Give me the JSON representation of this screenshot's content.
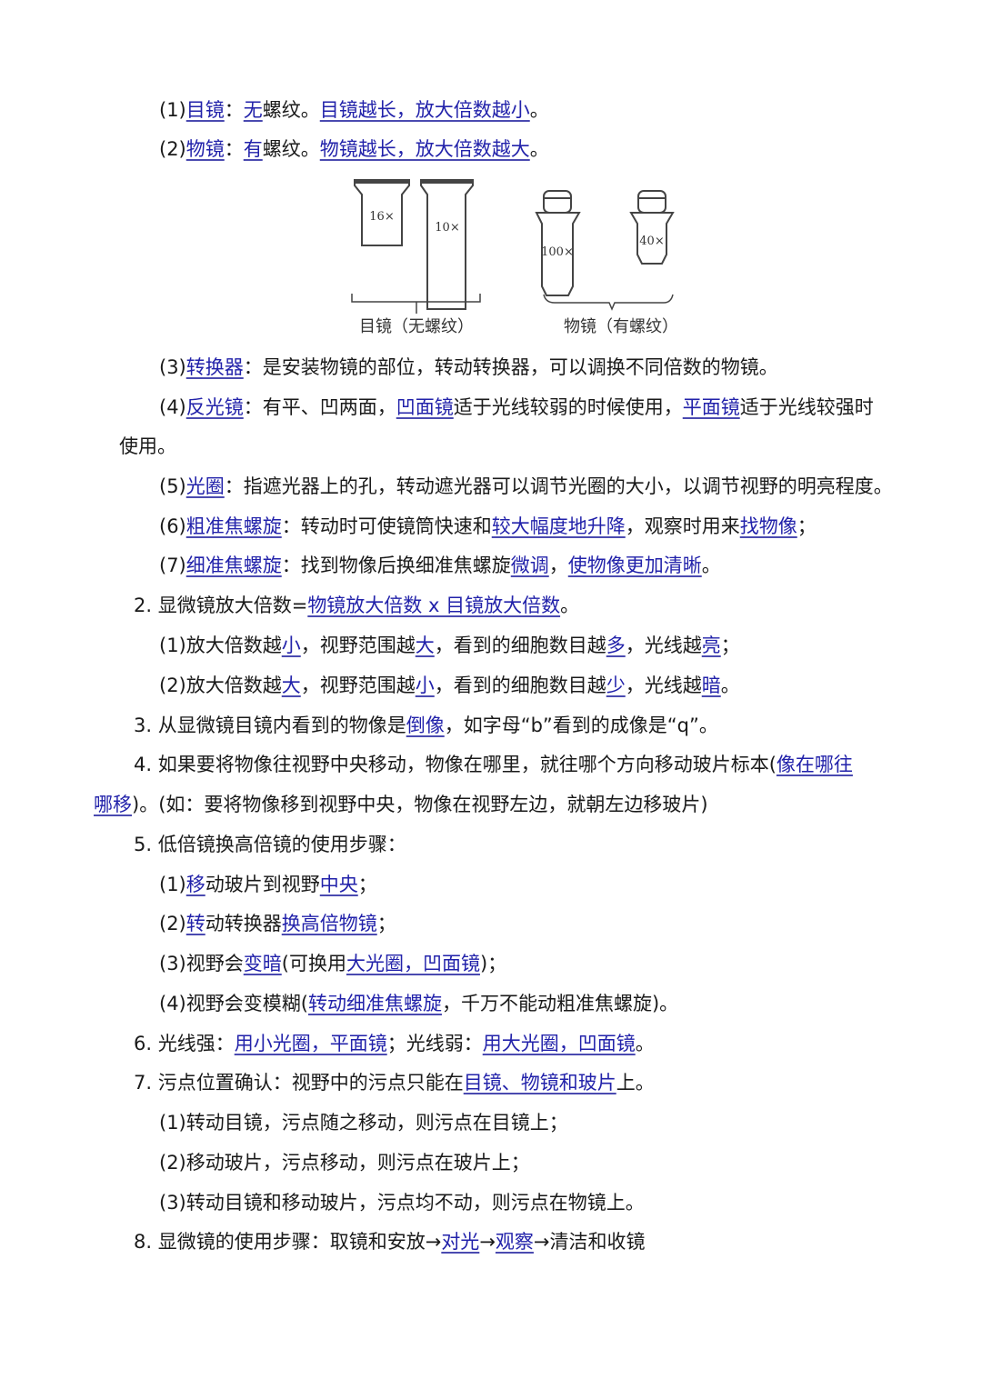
{
  "colors": {
    "text": "#1a1a1a",
    "highlight": "#2222aa"
  },
  "lines": [
    {
      "segs": [
        {
          "t": "(1)"
        },
        {
          "t": "目镜",
          "hl": true
        },
        {
          "t": "："
        },
        {
          "t": "无",
          "hl": true
        },
        {
          "t": "螺纹。"
        },
        {
          "t": "目镜越长，放大倍数越小",
          "hl": true
        },
        {
          "t": "。"
        }
      ]
    },
    {
      "segs": [
        {
          "t": "(2)"
        },
        {
          "t": "物镜",
          "hl": true
        },
        {
          "t": "："
        },
        {
          "t": "有",
          "hl": true
        },
        {
          "t": "螺纹。"
        },
        {
          "t": "物镜越长，放大倍数越大",
          "hl": true
        },
        {
          "t": "。"
        }
      ]
    },
    {
      "segs": [
        {
          "t": "(3)"
        },
        {
          "t": "转换器",
          "hl": true
        },
        {
          "t": "：是安装物镜的部位，转动转换器，可以调换不同倍数的物镜。"
        }
      ]
    },
    {
      "segs": [
        {
          "t": "(4)"
        },
        {
          "t": "反光镜",
          "hl": true
        },
        {
          "t": "：有平、凹两面，"
        },
        {
          "t": "凹面镜",
          "hl": true
        },
        {
          "t": "适于光线较弱的时候使用，"
        },
        {
          "t": "平面镜",
          "hl": true
        },
        {
          "t": "适于光线较强时"
        }
      ]
    },
    {
      "segs": [
        {
          "t": "使用。"
        }
      ]
    },
    {
      "segs": [
        {
          "t": "(5)"
        },
        {
          "t": "光圈",
          "hl": true
        },
        {
          "t": "：指遮光器上的孔，转动遮光器可以调节光圈的大小，以调节视野的明亮程度。"
        }
      ]
    },
    {
      "segs": [
        {
          "t": "(6)"
        },
        {
          "t": "粗准焦螺旋",
          "hl": true
        },
        {
          "t": "：转动时可使镜筒快速和"
        },
        {
          "t": "较大幅度地升降",
          "hl": true
        },
        {
          "t": "，观察时用来"
        },
        {
          "t": "找物像",
          "hl": true
        },
        {
          "t": "；"
        }
      ]
    },
    {
      "segs": [
        {
          "t": "(7)"
        },
        {
          "t": "细准焦螺旋",
          "hl": true
        },
        {
          "t": "：找到物像后换细准焦螺旋"
        },
        {
          "t": "微调",
          "hl": true
        },
        {
          "t": "，"
        },
        {
          "t": "使物像更加清晰",
          "hl": true
        },
        {
          "t": "。"
        }
      ]
    },
    {
      "segs": [
        {
          "t": "2. 显微镜放大倍数="
        },
        {
          "t": "物镜放大倍数 x 目镜放大倍数",
          "hl": true
        },
        {
          "t": "。"
        }
      ]
    },
    {
      "segs": [
        {
          "t": "(1)放大倍数越"
        },
        {
          "t": "小",
          "hl": true
        },
        {
          "t": "，视野范围越"
        },
        {
          "t": "大",
          "hl": true
        },
        {
          "t": "，看到的细胞数目越"
        },
        {
          "t": "多",
          "hl": true
        },
        {
          "t": "，光线越"
        },
        {
          "t": "亮",
          "hl": true
        },
        {
          "t": "；"
        }
      ]
    },
    {
      "segs": [
        {
          "t": "(2)放大倍数越"
        },
        {
          "t": "大",
          "hl": true
        },
        {
          "t": "，视野范围越"
        },
        {
          "t": "小",
          "hl": true
        },
        {
          "t": "，看到的细胞数目越"
        },
        {
          "t": "少",
          "hl": true
        },
        {
          "t": "，光线越"
        },
        {
          "t": "暗",
          "hl": true
        },
        {
          "t": "。"
        }
      ]
    },
    {
      "segs": [
        {
          "t": "3. 从显微镜目镜内看到的物像是"
        },
        {
          "t": "倒像",
          "hl": true
        },
        {
          "t": "，如字母“b”看到的成像是“q”。"
        }
      ]
    },
    {
      "segs": [
        {
          "t": "4. 如果要将物像往视野中央移动，物像在哪里，就往哪个方向移动玻片标本("
        },
        {
          "t": "像在哪往",
          "hl": true
        }
      ]
    },
    {
      "segs": [
        {
          "t": "哪移",
          "hl": true
        },
        {
          "t": ")。(如：要将物像移到视野中央，物像在视野左边，就朝左边移玻片)"
        }
      ]
    },
    {
      "segs": [
        {
          "t": "5. 低倍镜换高倍镜的使用步骤："
        }
      ]
    },
    {
      "segs": [
        {
          "t": "(1)"
        },
        {
          "t": "移",
          "hl": true
        },
        {
          "t": "动玻片到视野"
        },
        {
          "t": "中央",
          "hl": true
        },
        {
          "t": "；"
        }
      ]
    },
    {
      "segs": [
        {
          "t": "(2)"
        },
        {
          "t": "转",
          "hl": true
        },
        {
          "t": "动转换器"
        },
        {
          "t": "换高倍物镜",
          "hl": true
        },
        {
          "t": "；"
        }
      ]
    },
    {
      "segs": [
        {
          "t": "(3)视野会"
        },
        {
          "t": "变暗",
          "hl": true
        },
        {
          "t": "(可换用"
        },
        {
          "t": "大光圈，凹面镜",
          "hl": true
        },
        {
          "t": ")；"
        }
      ]
    },
    {
      "segs": [
        {
          "t": "(4)视野会变模糊("
        },
        {
          "t": "转动细准焦螺旋",
          "hl": true
        },
        {
          "t": "，千万不能动粗准焦螺旋)。"
        }
      ]
    },
    {
      "segs": [
        {
          "t": "6. 光线强："
        },
        {
          "t": "用小光圈，平面镜",
          "hl": true
        },
        {
          "t": "；光线弱："
        },
        {
          "t": "用大光圈，凹面镜",
          "hl": true
        },
        {
          "t": "。"
        }
      ]
    },
    {
      "segs": [
        {
          "t": "7. 污点位置确认：视野中的污点只能在"
        },
        {
          "t": "目镜、物镜和玻片",
          "hl": true
        },
        {
          "t": "上。"
        }
      ]
    },
    {
      "segs": [
        {
          "t": "(1)转动目镜，污点随之移动，则污点在目镜上；"
        }
      ]
    },
    {
      "segs": [
        {
          "t": "(2)移动玻片，污点移动，则污点在玻片上；"
        }
      ]
    },
    {
      "segs": [
        {
          "t": "(3)转动目镜和移动玻片，污点均不动，则污点在物镜上。"
        }
      ]
    },
    {
      "segs": [
        {
          "t": "8. 显微镜的使用步骤：取镜和安放→"
        },
        {
          "t": "对光",
          "hl": true
        },
        {
          "t": "→"
        },
        {
          "t": "观察",
          "hl": true
        },
        {
          "t": "→清洁和收镜"
        }
      ]
    }
  ],
  "figure": {
    "eyepiece_16": "16×",
    "eyepiece_10": "10×",
    "objective_100": "100×",
    "objective_40": "40×",
    "eyepiece_caption": "目镜（无螺纹）",
    "objective_caption": "物镜（有螺纹）"
  }
}
